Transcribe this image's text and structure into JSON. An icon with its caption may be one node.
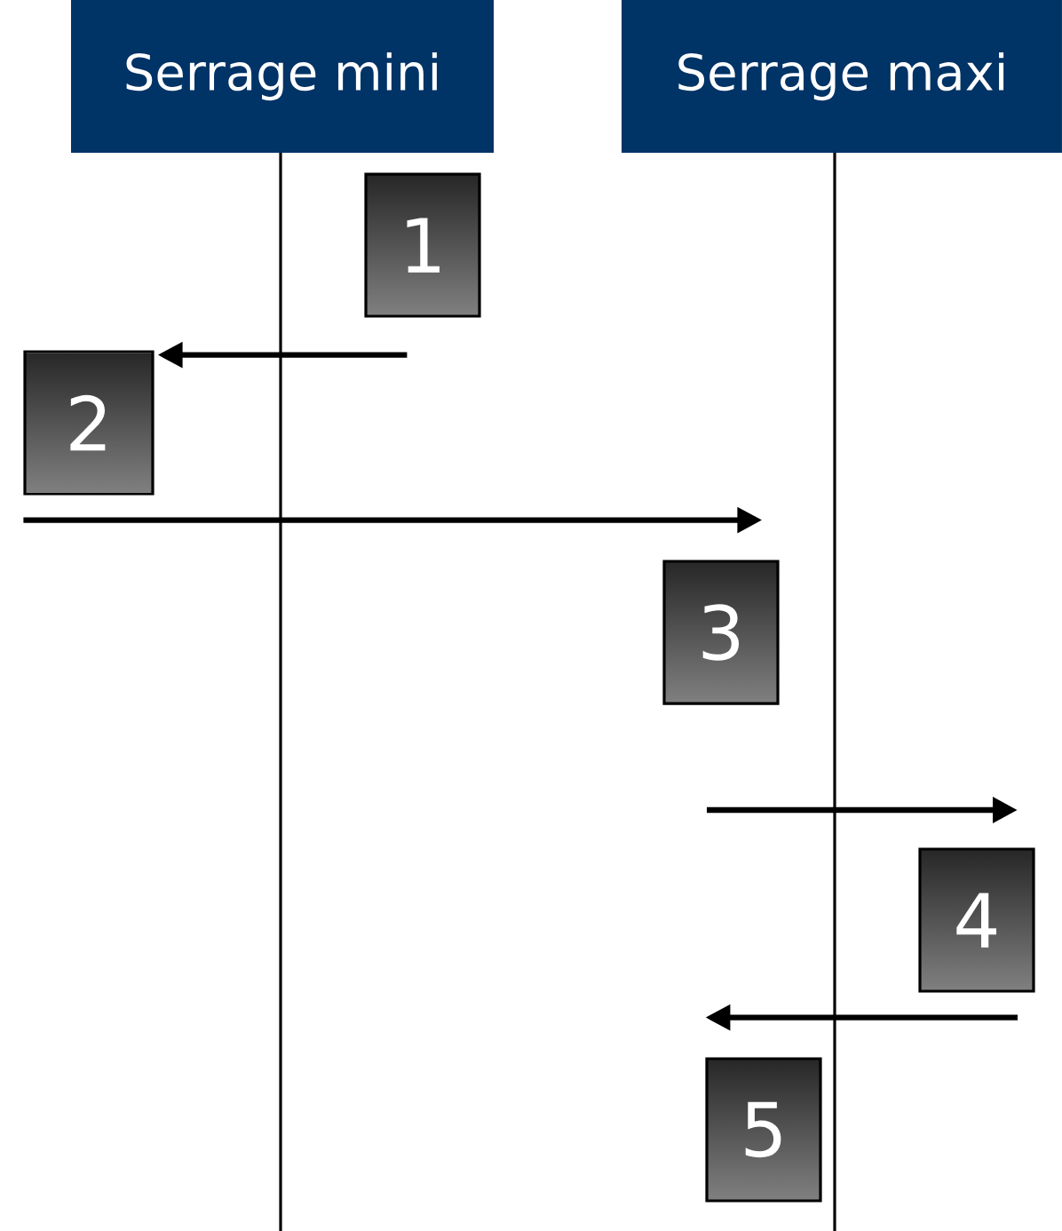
{
  "diagram": {
    "nodes": [
      {
        "text": [
          "Serrage mini"
        ]
      },
      {
        "text": [
          "Serrage maxi"
        ]
      },
      {
        "text": [
          "1"
        ]
      },
      {
        "text": [
          "2"
        ]
      },
      {
        "text": [
          "3"
        ]
      },
      {
        "text": [
          "4"
        ]
      },
      {
        "text": [
          "5"
        ]
      }
    ],
    "edges": [
      {
        "from": 2,
        "to": 3,
        "arrow": "to"
      },
      {
        "from": 3,
        "to": 4,
        "arrow": "to"
      },
      {
        "from": null,
        "to": 5,
        "arrow": "to"
      },
      {
        "from": 5,
        "to": 6,
        "arrow": "to"
      }
    ]
  }
}
